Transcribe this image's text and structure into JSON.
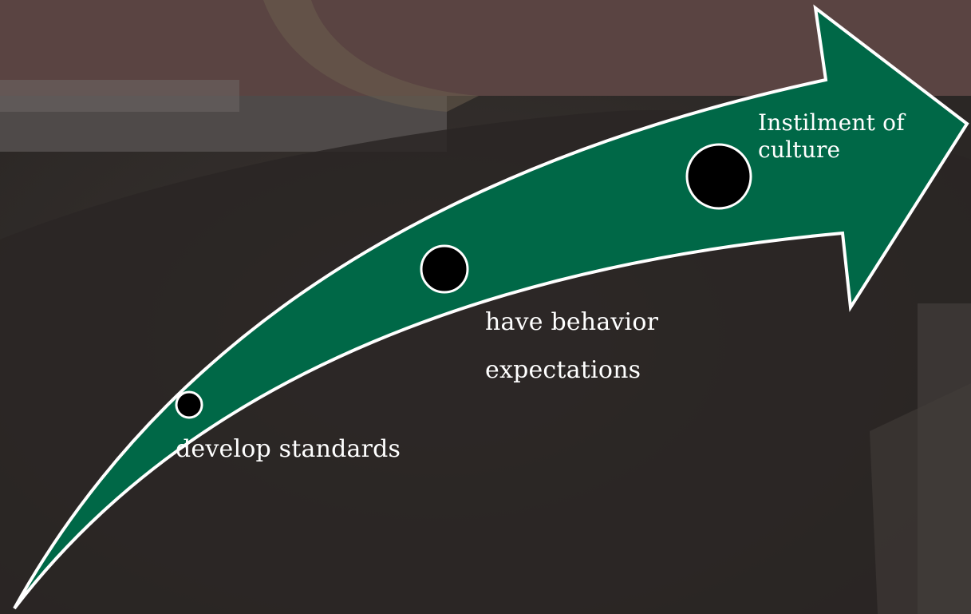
{
  "diagram": {
    "steps": [
      {
        "line1": "develop standards",
        "line2": ""
      },
      {
        "line1": "have behavior",
        "line2": "expectations"
      },
      {
        "line1": "Instilment of",
        "line2": "culture"
      }
    ]
  },
  "colors": {
    "arrow_fill": "#006847",
    "arrow_stroke": "#ffffff",
    "dot_fill": "#000000",
    "text": "#ffffff",
    "background": "#3a3532"
  }
}
